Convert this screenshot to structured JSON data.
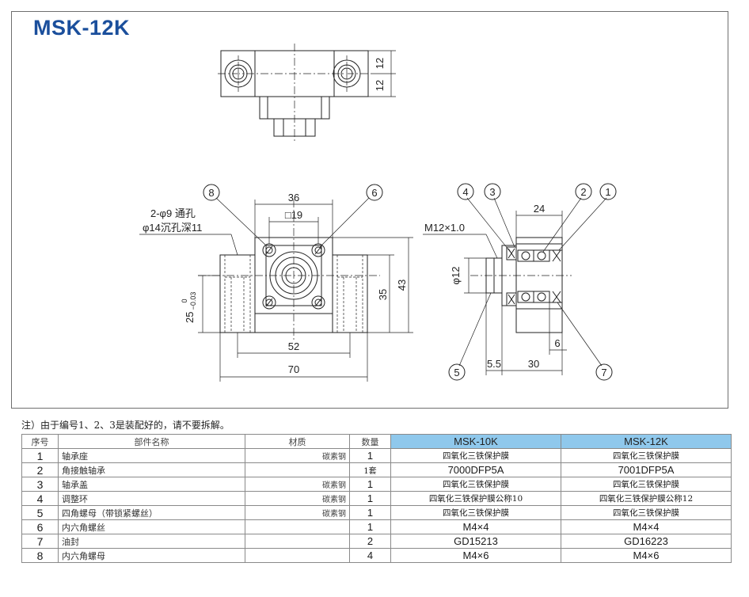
{
  "title": "MSK-12K",
  "drawing": {
    "top_dims": [
      "12",
      "12"
    ],
    "front": {
      "width_top": "36",
      "square": "□19",
      "hole_note_line1": "2-φ9 通孔",
      "hole_note_line2": "φ14沉孔深11",
      "tol_upper": "0",
      "tol_lower": "−0.03",
      "height_center": "25",
      "height_body": "35",
      "height_total": "43",
      "pitch": "52",
      "length": "70",
      "callouts": [
        "8",
        "6"
      ]
    },
    "side": {
      "width": "24",
      "thread": "M12×1.0",
      "shaft_dia": "φ12",
      "offset_left": "5.5",
      "length": "30",
      "step": "6",
      "callouts_top": [
        "4",
        "3",
        "2",
        "1"
      ],
      "callouts_bottom": [
        "5",
        "7"
      ]
    }
  },
  "note": "注）由于编号1、2、3是装配好的，请不要拆解。",
  "table": {
    "headers": [
      "序号",
      "部件名称",
      "材质",
      "数量",
      "MSK-10K",
      "MSK-12K"
    ],
    "rows": [
      {
        "no": "1",
        "name": "轴承座",
        "material": "碳素钢",
        "qty": "1",
        "k10": "四氧化三铁保护膜",
        "k12": "四氧化三铁保护膜"
      },
      {
        "no": "2",
        "name": "角接触轴承",
        "material": "",
        "qty": "1套",
        "k10": "7000DFP5A",
        "k12": "7001DFP5A"
      },
      {
        "no": "3",
        "name": "轴承盖",
        "material": "碳素钢",
        "qty": "1",
        "k10": "四氧化三铁保护膜",
        "k12": "四氧化三铁保护膜"
      },
      {
        "no": "4",
        "name": "调整环",
        "material": "碳素钢",
        "qty": "1",
        "k10": "四氧化三铁保护膜公称10",
        "k12": "四氧化三铁保护膜公称12"
      },
      {
        "no": "5",
        "name": "四角螺母（带锁紧螺丝）",
        "material": "碳素钢",
        "qty": "1",
        "k10": "四氧化三铁保护膜",
        "k12": "四氧化三铁保护膜"
      },
      {
        "no": "6",
        "name": "内六角螺丝",
        "material": "",
        "qty": "1",
        "k10": "M4×4",
        "k12": "M4×4"
      },
      {
        "no": "7",
        "name": "油封",
        "material": "",
        "qty": "2",
        "k10": "GD15213",
        "k12": "GD16223"
      },
      {
        "no": "8",
        "name": "内六角螺母",
        "material": "",
        "qty": "4",
        "k10": "M4×6",
        "k12": "M4×6"
      }
    ]
  }
}
